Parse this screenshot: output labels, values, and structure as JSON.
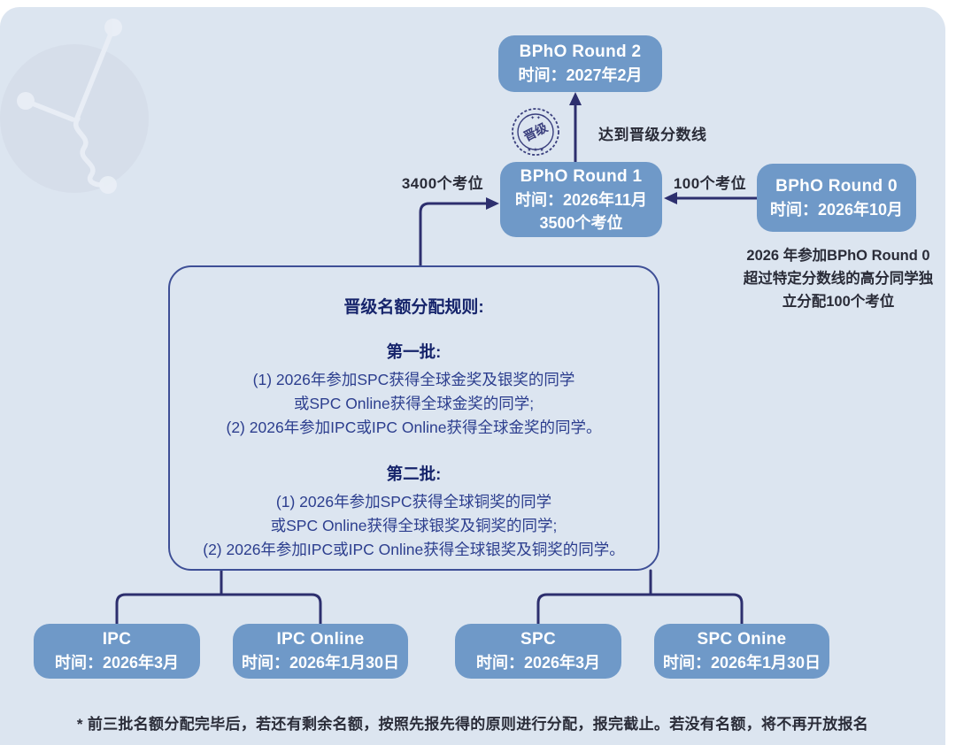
{
  "palette": {
    "panel_bg": "#dce5f0",
    "node_fill": "#6f99c8",
    "node_text": "#ffffff",
    "connector_line": "#2d2f6e",
    "rules_border": "#3e4f96",
    "rules_heading_text": "#16246b",
    "rules_body_text": "#2c3e8e",
    "dark_label_text": "#2a2c38"
  },
  "icons": {
    "badge": "promotion-seal-icon",
    "watermark": "physics-logo-watermark"
  },
  "badge": {
    "label": "晋级"
  },
  "nodes": {
    "round2": {
      "title": "BPhO Round 2",
      "time": "时间：2027年2月"
    },
    "round1": {
      "title": "BPhO Round 1",
      "time": "时间：2026年11月",
      "seats": "3500个考位"
    },
    "round0": {
      "title": "BPhO Round 0",
      "time": "时间：2026年10月"
    },
    "ipc": {
      "title": "IPC",
      "time": "时间：2026年3月"
    },
    "ipc_online": {
      "title": "IPC Online",
      "time": "时间：2026年1月30日"
    },
    "spc": {
      "title": "SPC",
      "time": "时间：2026年3月"
    },
    "spc_online": {
      "title": "SPC Onine",
      "time": "时间：2026年1月30日"
    }
  },
  "edges": {
    "promote_label": "达到晋级分数线",
    "rules_seats_label": "3400个考位",
    "round0_seats_label": "100个考位"
  },
  "round0_note": {
    "line1": "2026 年参加BPhO Round 0",
    "line2": "超过特定分数线的高分同学独",
    "line3": "立分配100个考位"
  },
  "rules": {
    "title": "晋级名额分配规则:",
    "batch1": {
      "heading": "第一批:",
      "line1": "(1) 2026年参加SPC获得全球金奖及银奖的同学",
      "line2": "或SPC Online获得全球金奖的同学;",
      "line3": "(2) 2026年参加IPC或IPC Online获得全球金奖的同学。"
    },
    "batch2": {
      "heading": "第二批:",
      "line1": "(1) 2026年参加SPC获得全球铜奖的同学",
      "line2": "或SPC Online获得全球银奖及铜奖的同学;",
      "line3": "(2) 2026年参加IPC或IPC Online获得全球银奖及铜奖的同学。"
    }
  },
  "footnote": {
    "text": "* 前三批名额分配完毕后，若还有剩余名额，按照先报先得的原则进行分配，报完截止。若没有名额，将不再开放报名"
  }
}
